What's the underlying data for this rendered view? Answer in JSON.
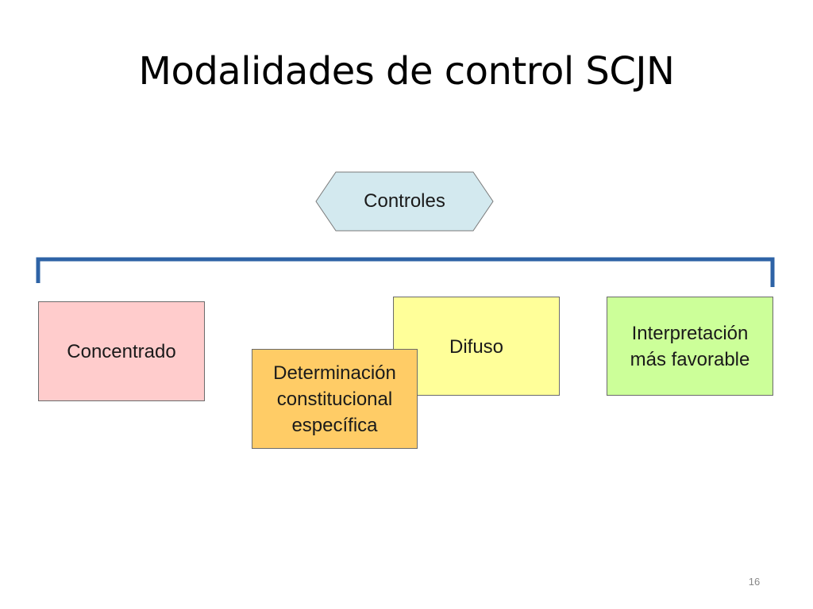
{
  "slide": {
    "title": "Modalidades de control SCJN",
    "page_number": "16"
  },
  "diagram": {
    "root": {
      "label": "Controles",
      "color": "#d3e9ef"
    },
    "bracket_color": "#2e63a6",
    "nodes": [
      {
        "id": "concentrado",
        "label": "Concentrado",
        "color": "#ffcccc"
      },
      {
        "id": "difuso",
        "label": "Difuso",
        "color": "#ffff99"
      },
      {
        "id": "interpretacion",
        "label": "Interpretación\nmás favorable",
        "color": "#ccff99"
      },
      {
        "id": "determinacion",
        "label": "Determinación\nconstitucional\nespecífica",
        "color": "#ffcc66"
      }
    ]
  }
}
